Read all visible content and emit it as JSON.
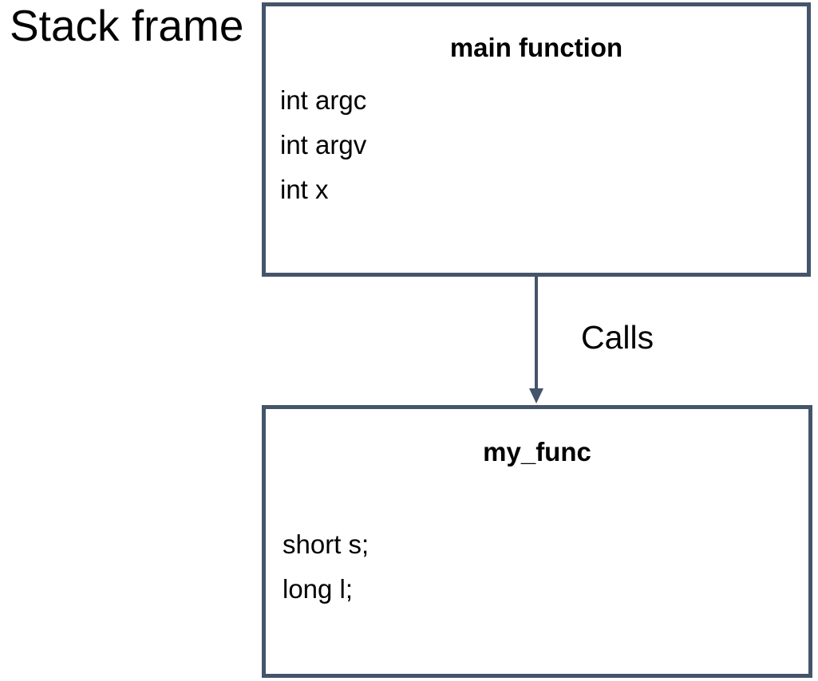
{
  "labels": {
    "stack_frame": "Stack frame"
  },
  "boxes": {
    "main": {
      "title": "main function",
      "lines": [
        "int argc",
        "int argv",
        "int x"
      ]
    },
    "my_func": {
      "title": "my_func",
      "lines": [
        "short s;",
        "long l;"
      ]
    }
  },
  "edge": {
    "label": "Calls",
    "from": "main function",
    "to": "my_func"
  },
  "colors": {
    "box_border": "#44546a",
    "arrow": "#44546a",
    "text": "#000000",
    "background": "#ffffff"
  }
}
